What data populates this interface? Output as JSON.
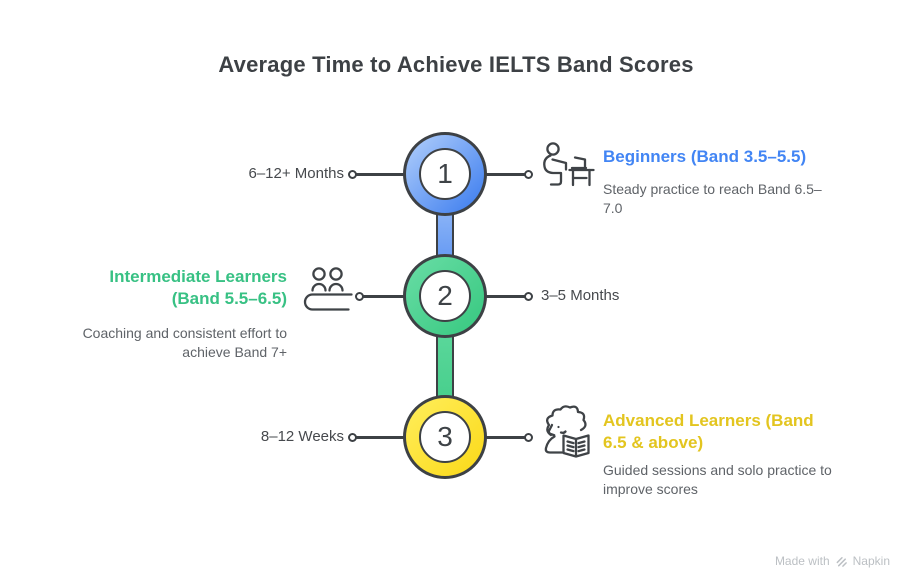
{
  "title": "Average Time to Achieve IELTS Band Scores",
  "steps": [
    {
      "number": "1",
      "duration": "6–12+ Months",
      "heading": "Beginners (Band 3.5–5.5)",
      "description": "Steady practice to reach Band 6.5–7.0",
      "accent_color": "#4285f4",
      "ring_gradient": [
        "#a6c7fa",
        "#4b87f0"
      ],
      "icon": "student-at-desk-icon"
    },
    {
      "number": "2",
      "duration": "3–5 Months",
      "heading": "Intermediate Learners (Band 5.5–6.5)",
      "description": "Coaching and consistent effort to achieve Band 7+",
      "accent_color": "#38c184",
      "ring_gradient": [
        "#64dba2",
        "#3ecb85"
      ],
      "icon": "group-meeting-icon"
    },
    {
      "number": "3",
      "duration": "8–12 Weeks",
      "heading": "Advanced Learners (Band 6.5 & above)",
      "description": "Guided sessions and solo practice to improve scores",
      "accent_color": "#e3c51f",
      "ring_gradient": [
        "#ffec55",
        "#fbdc22"
      ],
      "icon": "person-reading-icon"
    }
  ],
  "watermark": {
    "prefix": "Made with",
    "brand": "Napkin"
  }
}
